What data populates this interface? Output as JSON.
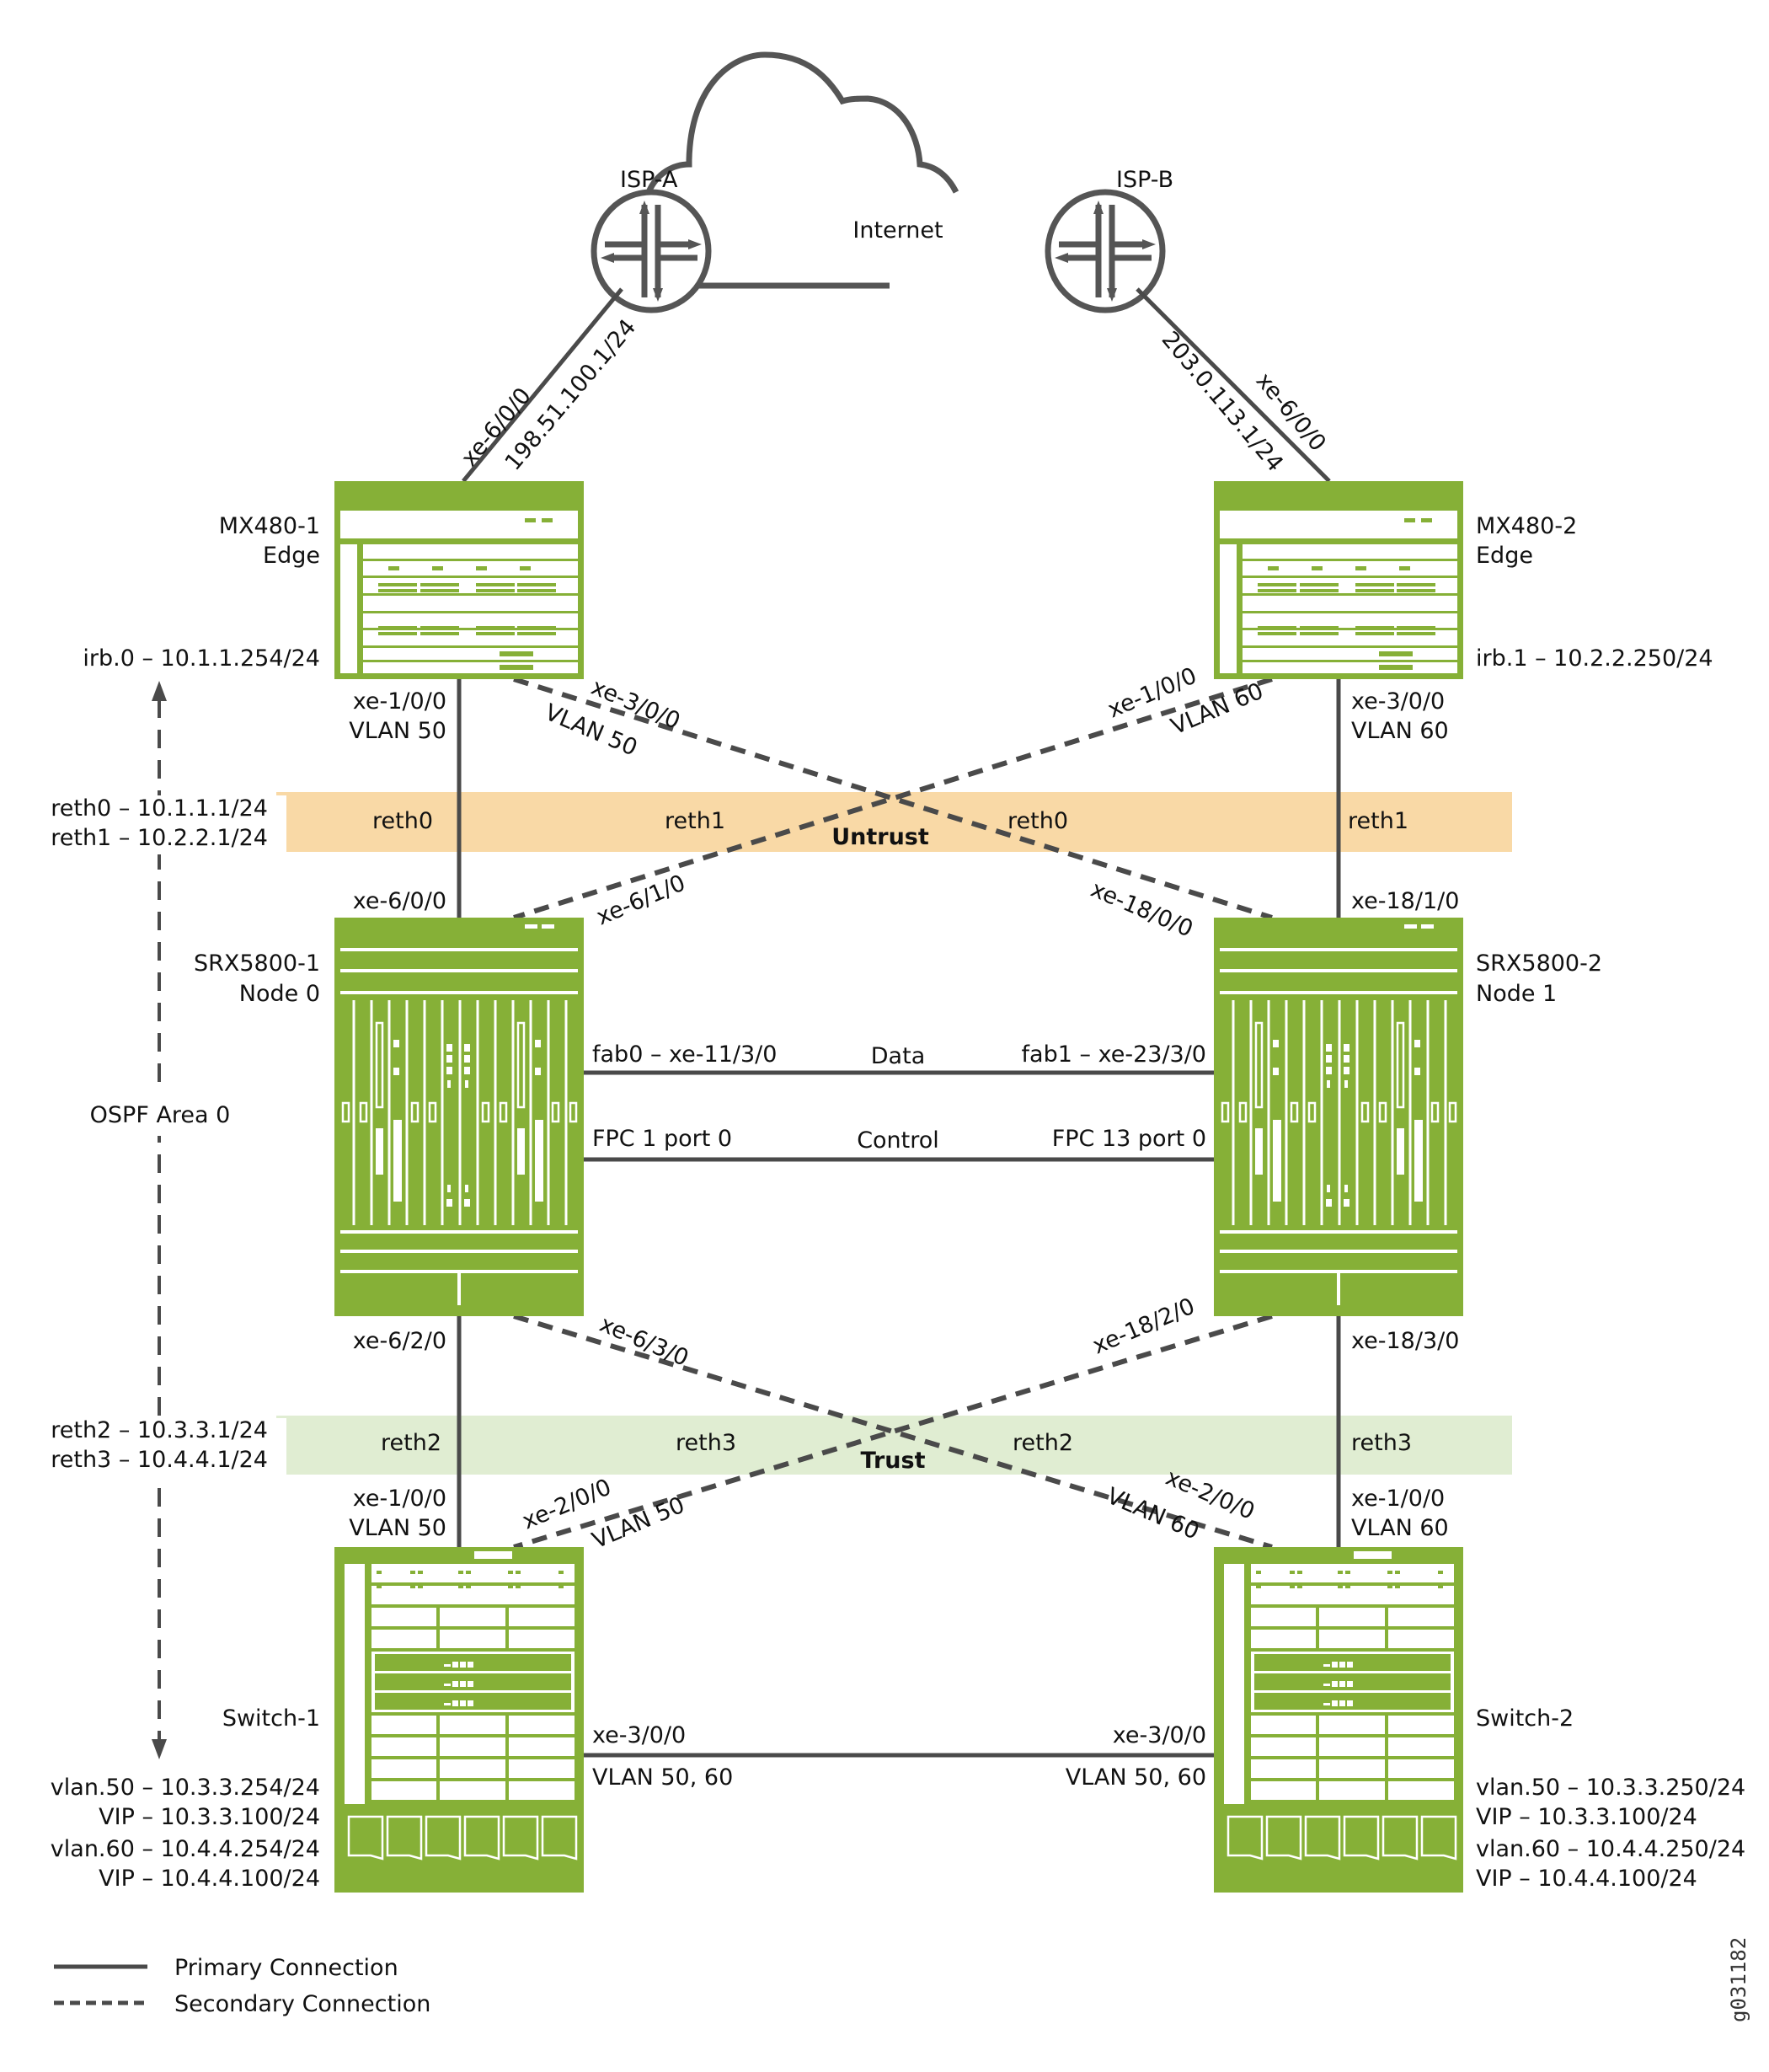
{
  "figure_id": "g031182",
  "colors": {
    "device_green": "#86b037",
    "untrust_band": "#f9d9a6",
    "trust_band": "#e0edd2",
    "line": "#4a4a4a"
  },
  "cloud": {
    "label": "Internet",
    "icon": "cloud-icon"
  },
  "isps": [
    {
      "label": "ISP-A",
      "icon": "router-icon"
    },
    {
      "label": "ISP-B",
      "icon": "router-icon"
    }
  ],
  "uplinks": {
    "left": {
      "port": "xe-6/0/0",
      "ip": "198.51.100.1/24"
    },
    "right": {
      "port": "xe-6/0/0",
      "ip": "203.0.113.1/24"
    }
  },
  "edge_routers": [
    {
      "name": "MX480-1",
      "role": "Edge",
      "irb": "irb.0 – 10.1.1.254/24"
    },
    {
      "name": "MX480-2",
      "role": "Edge",
      "irb": "irb.1 – 10.2.2.250/24"
    }
  ],
  "edge_links": {
    "left_primary": {
      "port": "xe-1/0/0",
      "vlan": "VLAN 50"
    },
    "left_secondary": {
      "port": "xe-3/0/0",
      "vlan": "VLAN 50"
    },
    "right_secondary": {
      "port": "xe-1/0/0",
      "vlan": "VLAN 60"
    },
    "right_primary": {
      "port": "xe-3/0/0",
      "vlan": "VLAN 60"
    }
  },
  "untrust_zone": {
    "label": "Untrust",
    "reths": [
      "reth0",
      "reth1",
      "reth0",
      "reth1"
    ],
    "addresses": [
      "reth0 – 10.1.1.1/24",
      "reth1 – 10.2.2.1/24"
    ]
  },
  "srx_upper_ports": {
    "node0_primary": "xe-6/0/0",
    "node0_secondary": "xe-6/1/0",
    "node1_secondary": "xe-18/0/0",
    "node1_primary": "xe-18/1/0"
  },
  "firewalls": [
    {
      "name": "SRX5800-1",
      "node": "Node 0"
    },
    {
      "name": "SRX5800-2",
      "node": "Node 1"
    }
  ],
  "cluster_links": {
    "data": {
      "label": "Data",
      "left": "fab0 – xe-11/3/0",
      "right": "fab1 – xe-23/3/0"
    },
    "control": {
      "label": "Control",
      "left": "FPC 1 port 0",
      "right": "FPC 13 port 0"
    }
  },
  "ospf": {
    "label": "OSPF Area 0"
  },
  "srx_lower_ports": {
    "node0_primary": "xe-6/2/0",
    "node0_secondary": "xe-6/3/0",
    "node1_secondary": "xe-18/2/0",
    "node1_primary": "xe-18/3/0"
  },
  "trust_zone": {
    "label": "Trust",
    "reths": [
      "reth2",
      "reth3",
      "reth2",
      "reth3"
    ],
    "addresses": [
      "reth2 – 10.3.3.1/24",
      "reth3 – 10.4.4.1/24"
    ]
  },
  "switch_links": {
    "left_primary": {
      "port": "xe-1/0/0",
      "vlan": "VLAN 50"
    },
    "left_secondary": {
      "port": "xe-2/0/0",
      "vlan": "VLAN 50"
    },
    "right_secondary": {
      "port": "xe-2/0/0",
      "vlan": "VLAN 60"
    },
    "right_primary": {
      "port": "xe-1/0/0",
      "vlan": "VLAN 60"
    }
  },
  "switches": [
    {
      "name": "Switch-1",
      "addresses": [
        "vlan.50 – 10.3.3.254/24",
        "VIP – 10.3.3.100/24",
        "vlan.60 – 10.4.4.254/24",
        "VIP – 10.4.4.100/24"
      ]
    },
    {
      "name": "Switch-2",
      "addresses": [
        "vlan.50 – 10.3.3.250/24",
        "VIP – 10.3.3.100/24",
        "vlan.60 – 10.4.4.250/24",
        "VIP – 10.4.4.100/24"
      ]
    }
  ],
  "inter_switch": {
    "left_port": "xe-3/0/0",
    "left_vlan": "VLAN 50, 60",
    "right_port": "xe-3/0/0",
    "right_vlan": "VLAN 50, 60"
  },
  "legend": [
    {
      "label": "Primary Connection",
      "style": "solid"
    },
    {
      "label": "Secondary Connection",
      "style": "dashed"
    }
  ]
}
